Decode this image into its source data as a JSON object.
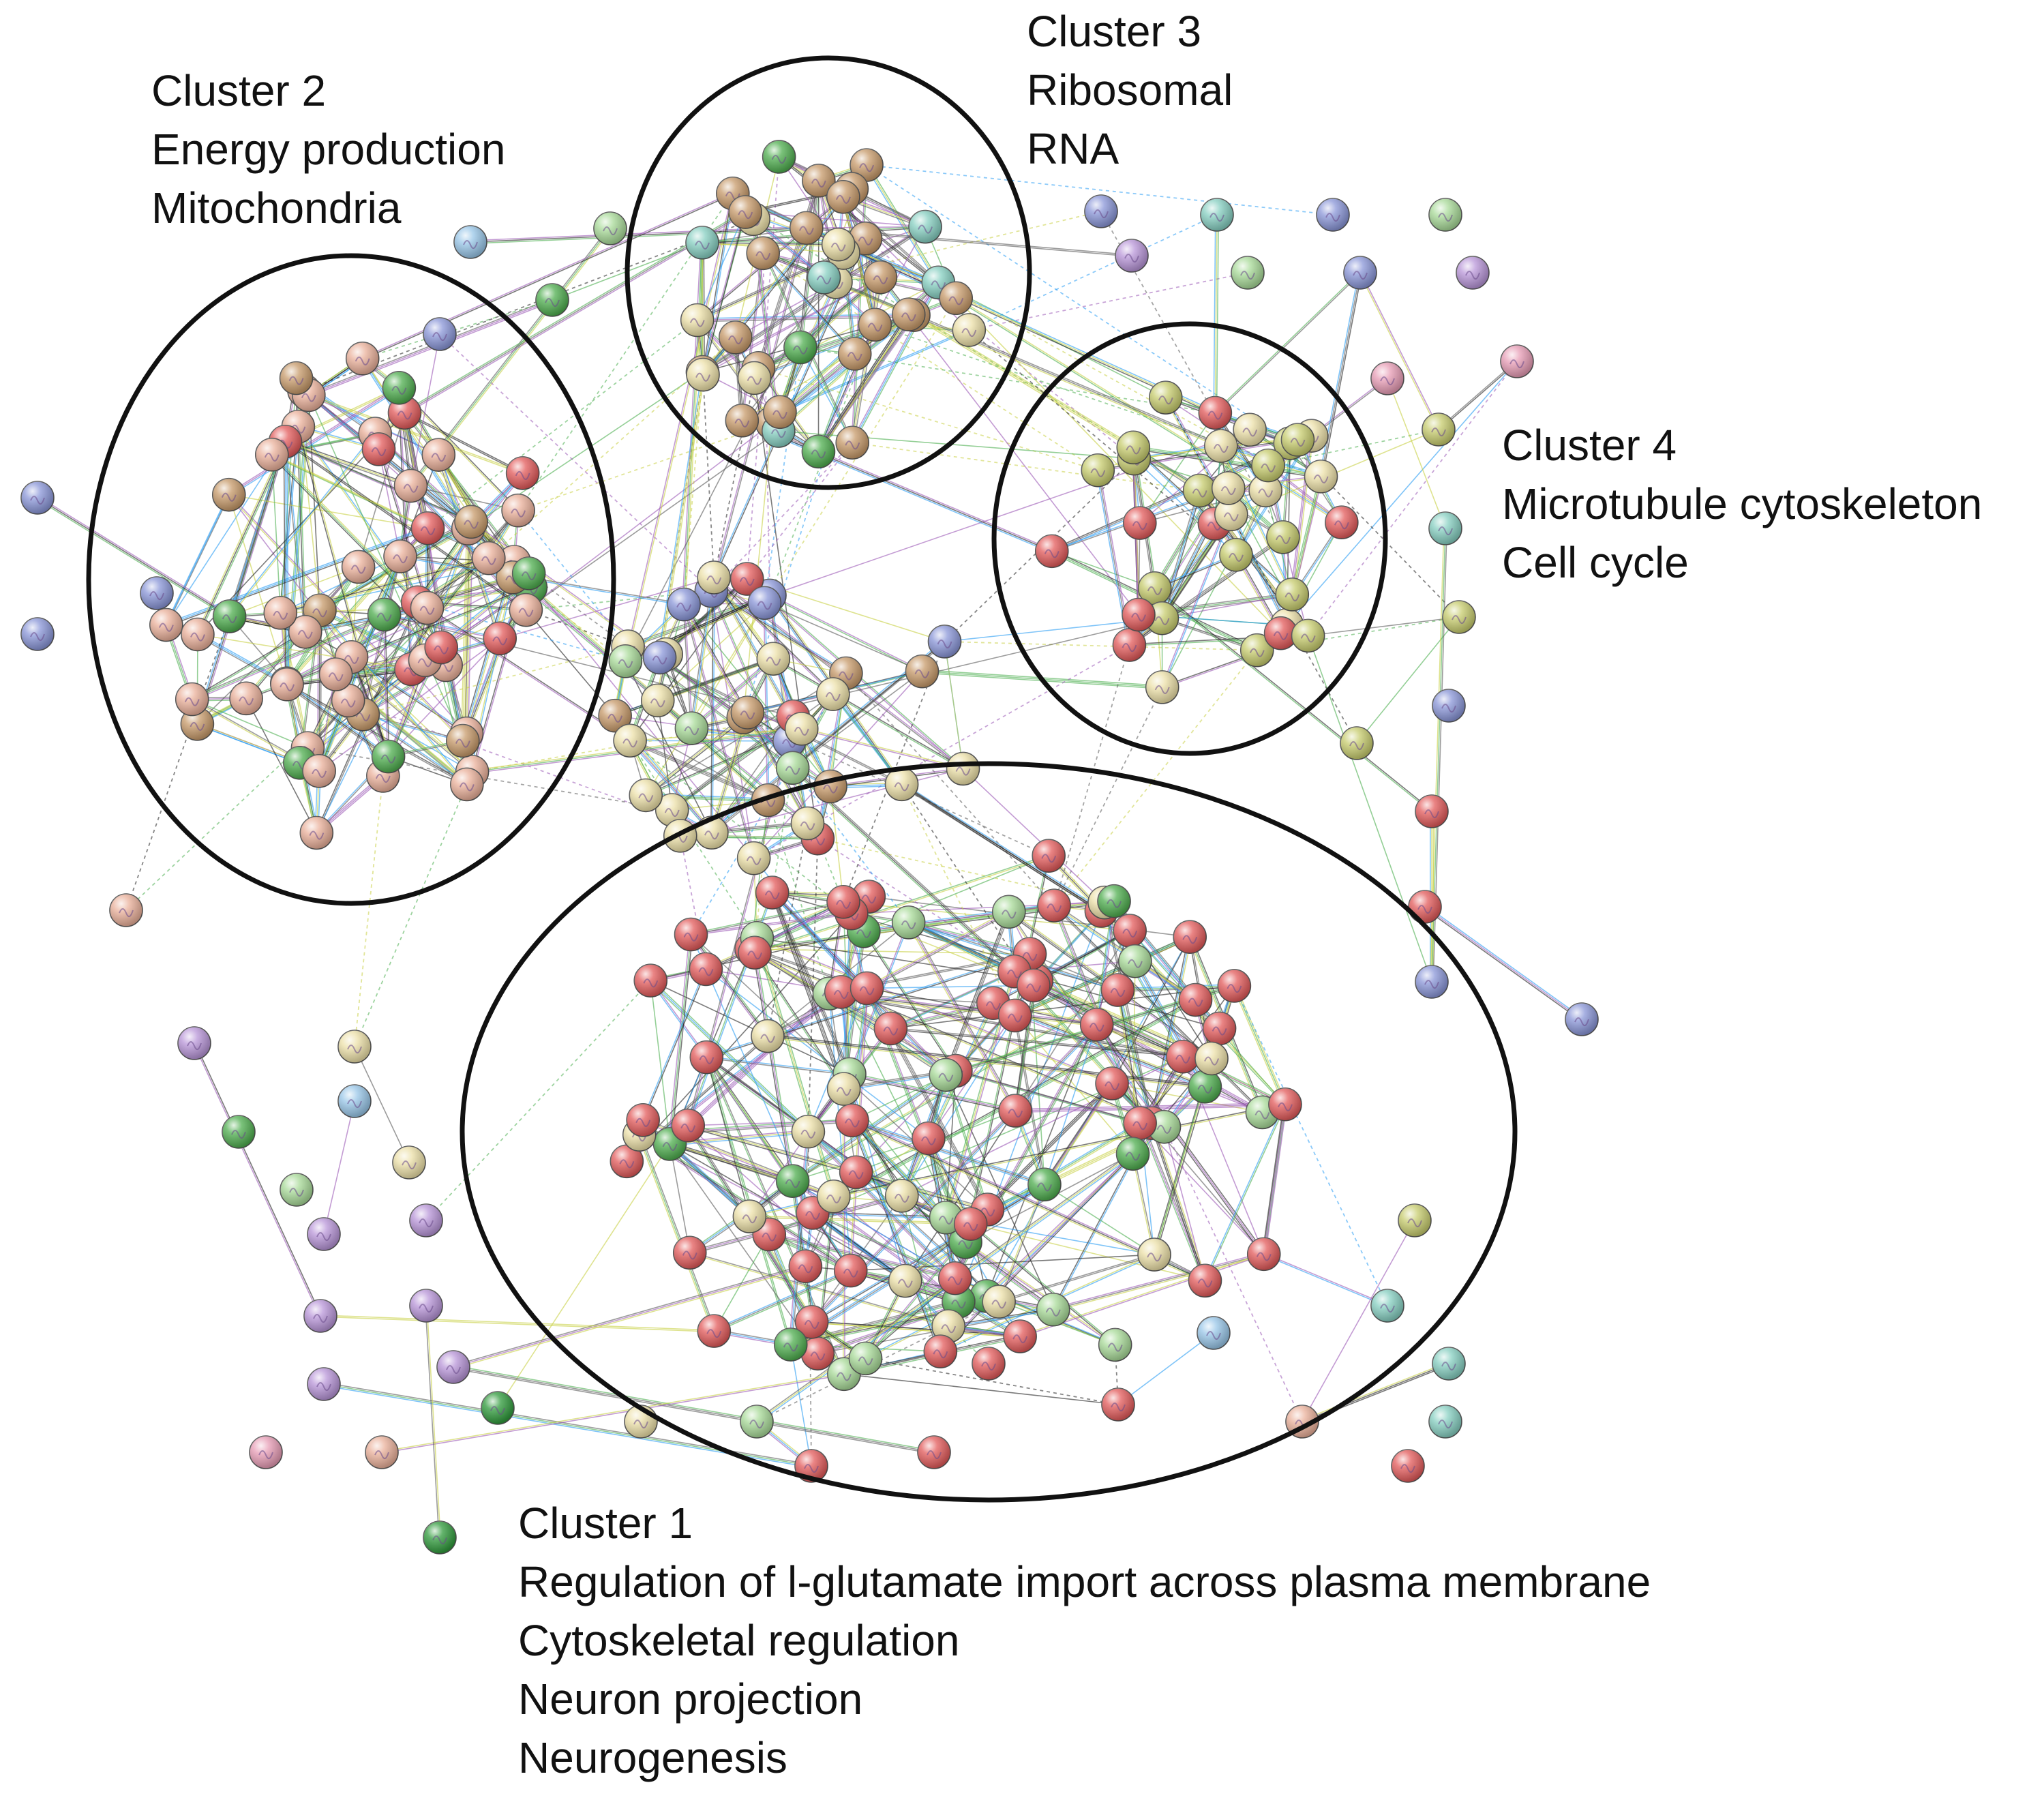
{
  "clusters": {
    "c2": {
      "title": "Cluster 2",
      "terms": [
        "Energy production",
        "Mitochondria"
      ]
    },
    "c3": {
      "title": "Cluster 3",
      "terms": [
        "Ribosomal",
        "RNA"
      ]
    },
    "c4": {
      "title": "Cluster 4",
      "terms": [
        "Microtubule cytoskeleton",
        "Cell cycle"
      ]
    },
    "c1": {
      "title": "Cluster 1",
      "terms": [
        "Regulation of l-glutamate import across plasma membrane",
        "Cytoskeletal regulation",
        "Neuron projection",
        "Neurogenesis"
      ]
    }
  },
  "colors": {
    "cluster_outline": "#111111",
    "node_red": "#e35b5b",
    "node_salmon": "#eab09a",
    "node_tan": "#c79a6a",
    "node_olive": "#c7cc6e",
    "node_cream": "#ece0a8",
    "node_lightgreen": "#a8da98",
    "node_green": "#4fae4f",
    "node_blue": "#8a96d8",
    "node_purple": "#b895d8",
    "node_teal": "#86cfc1",
    "node_lightblue": "#98c6e8",
    "node_pink": "#e79cb5",
    "node_darkgreen": "#2f9a3b",
    "edge_colors": [
      "#5a5a5a",
      "#9b59b6",
      "#4caf50",
      "#c8d044",
      "#2a9df4",
      "#222222"
    ]
  }
}
